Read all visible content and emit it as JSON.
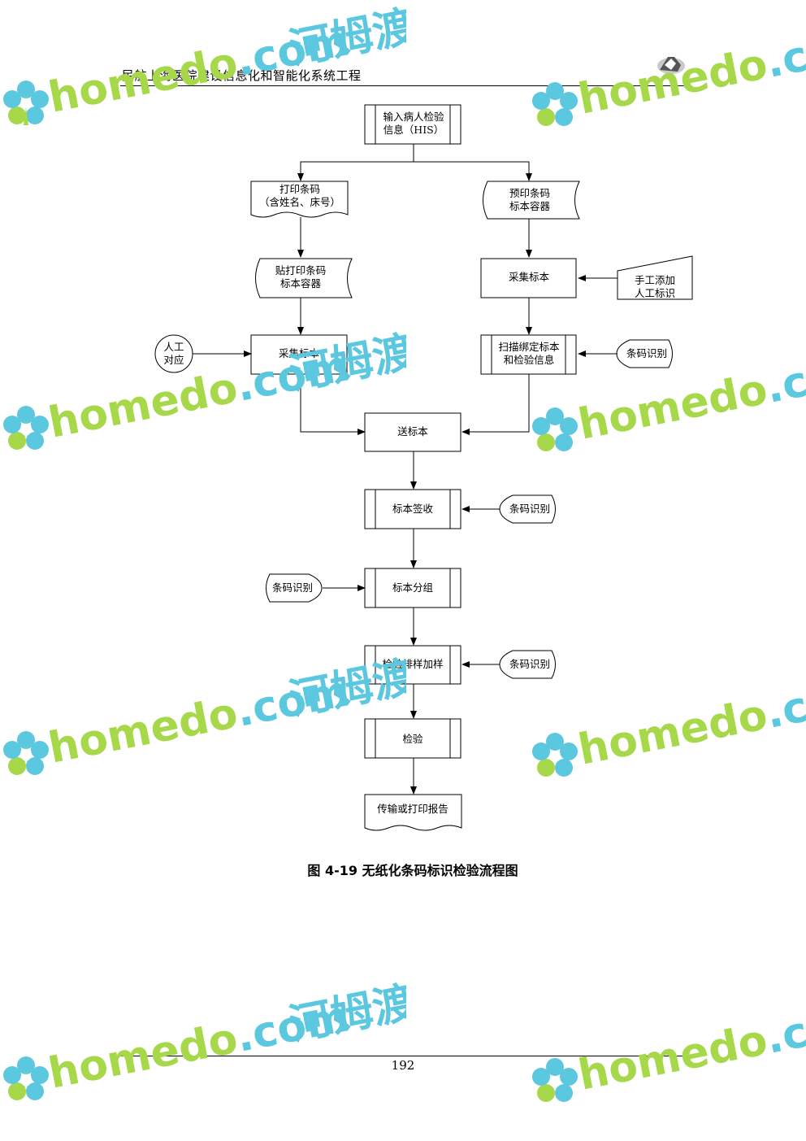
{
  "header": {
    "title": "民航上海医院建设信息化和智能化系统工程"
  },
  "footer": {
    "page_number": "192"
  },
  "figure": {
    "caption": "图 4-19  无纸化条码标识检验流程图"
  },
  "flowchart": {
    "nodes": {
      "input_info": [
        "输入病人检验",
        "信息（HIS）"
      ],
      "print_barcode": [
        "打印条码",
        "（含姓名、床号）"
      ],
      "preprint_barcode": [
        "预印条码",
        "标本容器"
      ],
      "paste_barcode": [
        "贴打印条码",
        "标本容器"
      ],
      "collect_right": [
        "采集标本"
      ],
      "manual_add": [
        "手工添加",
        "人工标识"
      ],
      "manual_match": [
        "人工",
        "对应"
      ],
      "collect_left": [
        "采集标本"
      ],
      "scan_bind": [
        "扫描绑定标本",
        "和检验信息"
      ],
      "barcode_read_1": [
        "条码识别"
      ],
      "send_specimen": [
        "送标本"
      ],
      "sign_receive": [
        "标本签收"
      ],
      "barcode_read_2": [
        "条码识别"
      ],
      "group_specimen": [
        "标本分组"
      ],
      "barcode_read_3": [
        "条码识别"
      ],
      "queue_add": [
        "检验排样加样"
      ],
      "barcode_read_4": [
        "条码识别"
      ],
      "test": [
        "检验"
      ],
      "report": [
        "传输或打印报告"
      ]
    }
  },
  "watermark": {
    "brand": "homedo",
    "domain": ".com",
    "cn": "河姆渡"
  },
  "colors": {
    "line": "#000000",
    "wm_blue": "#5cc8e0",
    "wm_green": "#a6d84a"
  }
}
